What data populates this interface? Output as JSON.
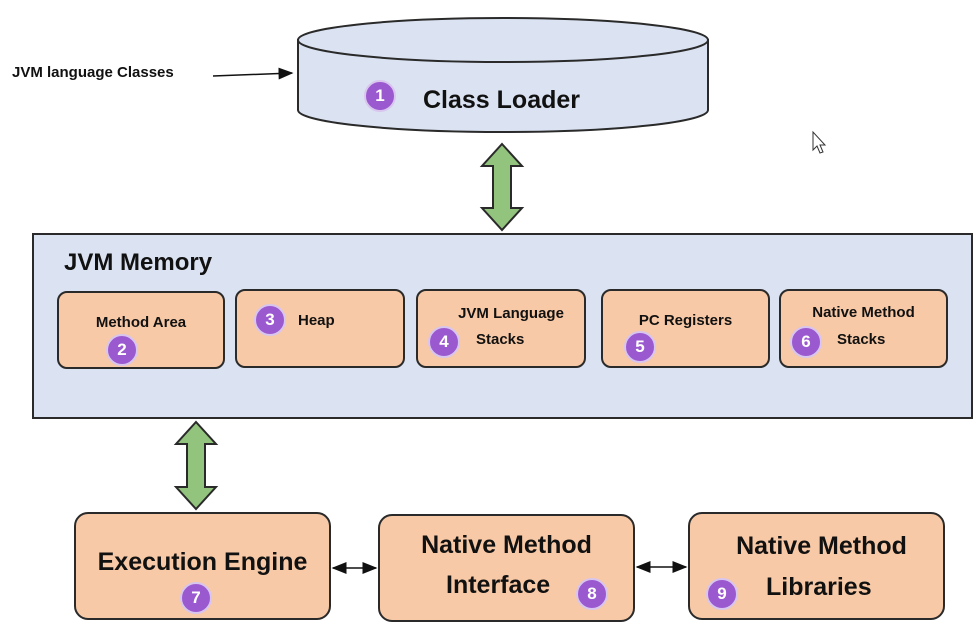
{
  "input_label": "JVM language Classes",
  "class_loader": {
    "label": "Class Loader",
    "badge": "1"
  },
  "memory": {
    "title": "JVM Memory",
    "areas": [
      {
        "line1": "Method Area",
        "line2": "",
        "badge": "2"
      },
      {
        "line1": "Heap",
        "line2": "",
        "badge": "3"
      },
      {
        "line1": "JVM Language",
        "line2": "Stacks",
        "badge": "4"
      },
      {
        "line1": "PC Registers",
        "line2": "",
        "badge": "5"
      },
      {
        "line1": "Native Method",
        "line2": "Stacks",
        "badge": "6"
      }
    ]
  },
  "execution_engine": {
    "label": "Execution Engine",
    "badge": "7"
  },
  "native_interface": {
    "line1": "Native Method",
    "line2": "Interface",
    "badge": "8"
  },
  "native_libraries": {
    "line1": "Native Method",
    "line2": "Libraries",
    "badge": "9"
  },
  "colors": {
    "box_fill": "#f8c9a6",
    "panel_fill": "#dbe3f2",
    "badge_fill": "#9b59d0",
    "arrow_fill": "#93c47d"
  }
}
